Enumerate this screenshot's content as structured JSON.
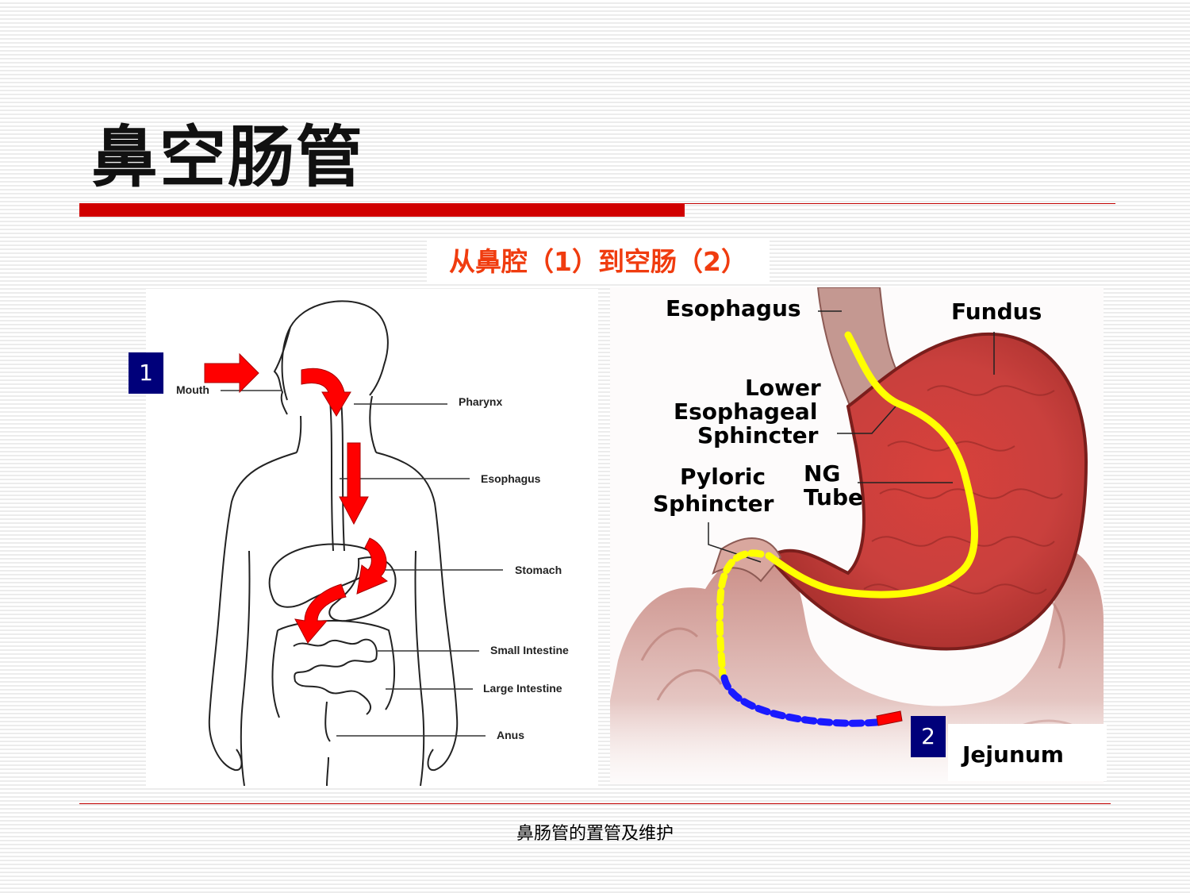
{
  "slide": {
    "title": "鼻空肠管",
    "subtitle": "从鼻腔（1）到空肠（2）",
    "footer": "鼻肠管的置管及维护"
  },
  "left_diagram": {
    "badge": "1",
    "labels": {
      "mouth": "Mouth",
      "pharynx": "Pharynx",
      "esophagus": "Esophagus",
      "stomach": "Stomach",
      "small_intestine": "Small Intestine",
      "large_intestine": "Large Intestine",
      "anus": "Anus"
    }
  },
  "right_diagram": {
    "badge": "2",
    "labels": {
      "esophagus": "Esophagus",
      "fundus": "Fundus",
      "les_line1": "Lower",
      "les_line2": "Esophageal",
      "les_line3": "Sphincter",
      "pyloric_line1": "Pyloric",
      "pyloric_line2": "Sphincter",
      "ng_line1": "NG",
      "ng_line2": "Tube",
      "jejunum": "Jejunum"
    }
  },
  "colors": {
    "accent_red": "#d00000",
    "subtitle_orange": "#f03c0f",
    "badge_navy": "#00007a",
    "tube_yellow": "#ffff00",
    "tube_blue": "#1a1aff",
    "arrow_red": "#ff0000"
  }
}
